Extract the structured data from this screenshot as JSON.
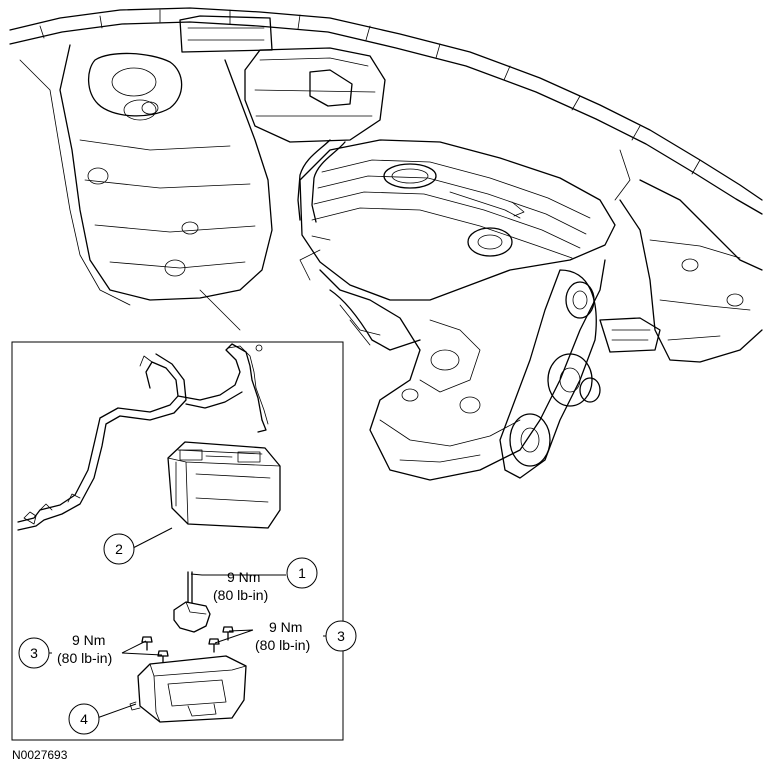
{
  "figure_id": "N0027693",
  "callouts": [
    {
      "number": "1",
      "torque": "9 Nm",
      "torque_imperial": "(80 lb-in)"
    },
    {
      "number": "2"
    },
    {
      "number": "3",
      "torque": "9 Nm",
      "torque_imperial": "(80 lb-in)"
    },
    {
      "number": "3",
      "torque": "9 Nm",
      "torque_imperial": "(80 lb-in)"
    },
    {
      "number": "4"
    }
  ]
}
